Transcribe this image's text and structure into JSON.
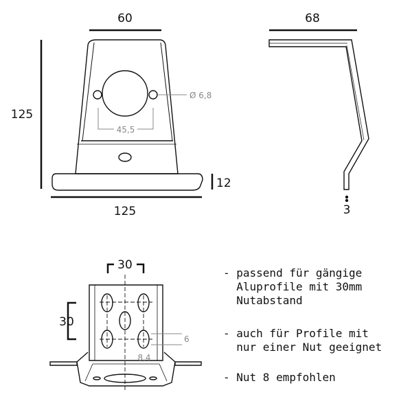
{
  "front_view": {
    "width_top": "60",
    "height": "125",
    "width_base": "125",
    "base_thickness": "12",
    "hole_spacing": "45,5",
    "hole_diameter": "Ø 6,8"
  },
  "side_view": {
    "depth": "68",
    "material_thickness": "3"
  },
  "bottom_view": {
    "slot_spacing_horizontal": "30",
    "slot_spacing_vertical": "30",
    "slot_length": "6",
    "slot_width": "8,4"
  },
  "notes": [
    "- passend für gängige\n  Aluprofile mit 30mm\n  Nutabstand",
    "- auch für Profile mit\n  nur einer Nut geeignet",
    "- Nut 8 empfohlen"
  ]
}
